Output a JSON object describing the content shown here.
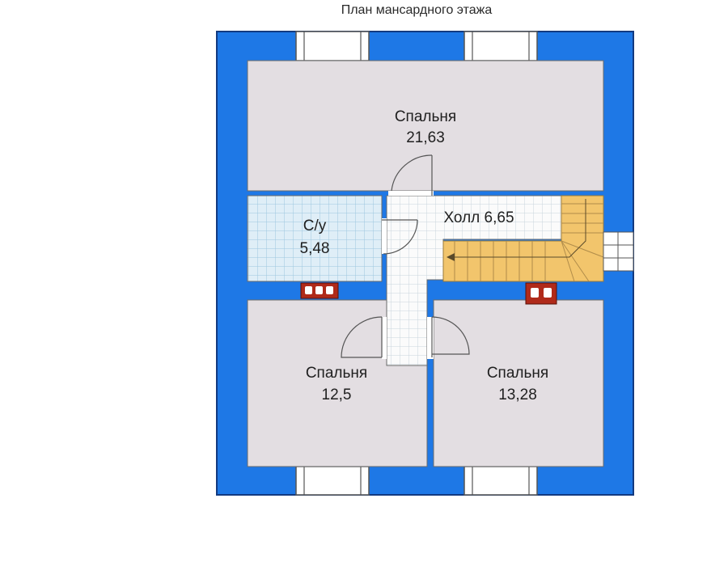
{
  "title": "План мансардного этажа",
  "colors": {
    "wall": "#1e78e6",
    "room_fill": "#e3dee2",
    "tile_fill": "#dfeef7",
    "tile_line": "#9cc7df",
    "hall_fill": "#fbfbfb",
    "stair": "#f2c56c",
    "chimney": "#b02a1a",
    "window": "#ffffff"
  },
  "rooms": {
    "bedroom_top": {
      "name": "Спальня",
      "area": "21,63"
    },
    "bathroom": {
      "name": "С/у",
      "area": "5,48"
    },
    "hall": {
      "label": "Холл 6,65"
    },
    "bedroom_left": {
      "name": "Спальня",
      "area": "12,5"
    },
    "bedroom_right": {
      "name": "Спальня",
      "area": "13,28"
    }
  }
}
